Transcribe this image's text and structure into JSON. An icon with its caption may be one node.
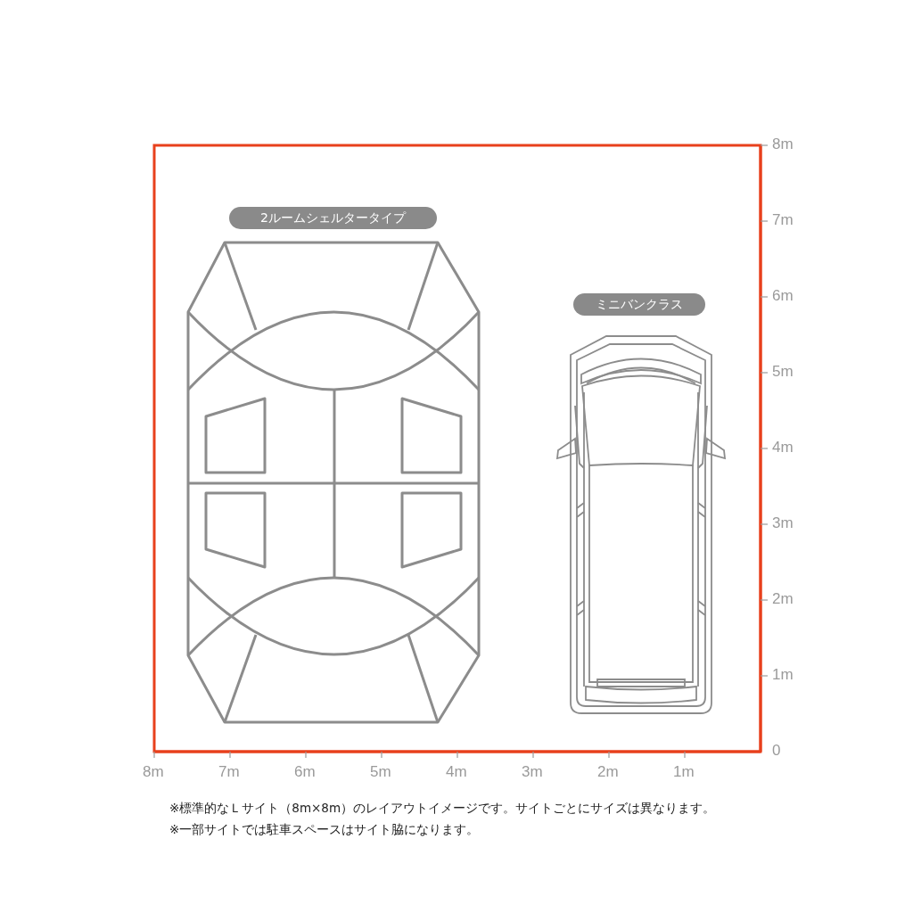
{
  "diagram": {
    "nodes": [
      {
        "text": [
          "2ルームシェルタータイプ"
        ]
      },
      {
        "text": [
          "ミニバンクラス"
        ]
      }
    ],
    "labels": [
      "8m",
      "7m",
      "6m",
      "5m",
      "4m",
      "3m",
      "2m",
      "1m",
      "0",
      "8m",
      "7m",
      "6m",
      "5m",
      "4m",
      "3m",
      "2m",
      "1m",
      "※標準的なＬサイト（8m×8m）のレイアウトイメージです。サイトごとにサイズは異なります。",
      "※一部サイトでは駐車スペースはサイト脇になります。"
    ]
  }
}
